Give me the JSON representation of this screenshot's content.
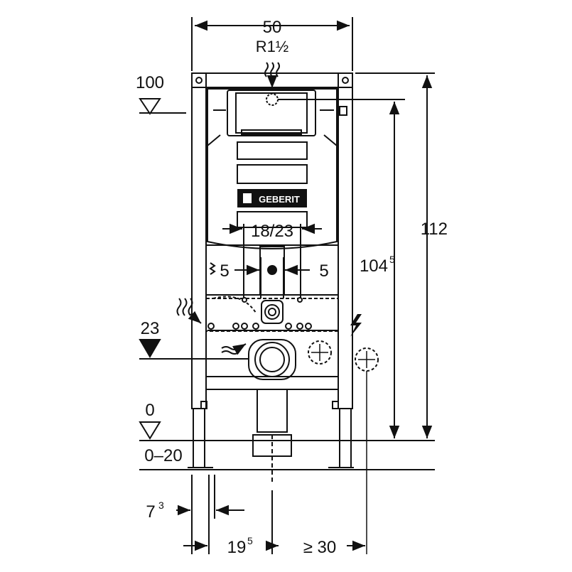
{
  "dimensions": {
    "top_width": "50",
    "pipe_thread": "R1½",
    "level_100": "100",
    "level_23": "23",
    "level_0": "0",
    "floor_range": "0–20",
    "flush_spacing": "18/23",
    "left_5": "5",
    "right_5": "5",
    "height_104": "104",
    "height_104_sup": "5",
    "height_112": "112",
    "offset_7": "7",
    "offset_7_sup": "3",
    "offset_19": "19",
    "offset_19_sup": "5",
    "min_30": "≥ 30"
  },
  "brand": {
    "logo": "GEBERIT"
  },
  "colors": {
    "line": "#111111",
    "background": "#ffffff"
  }
}
